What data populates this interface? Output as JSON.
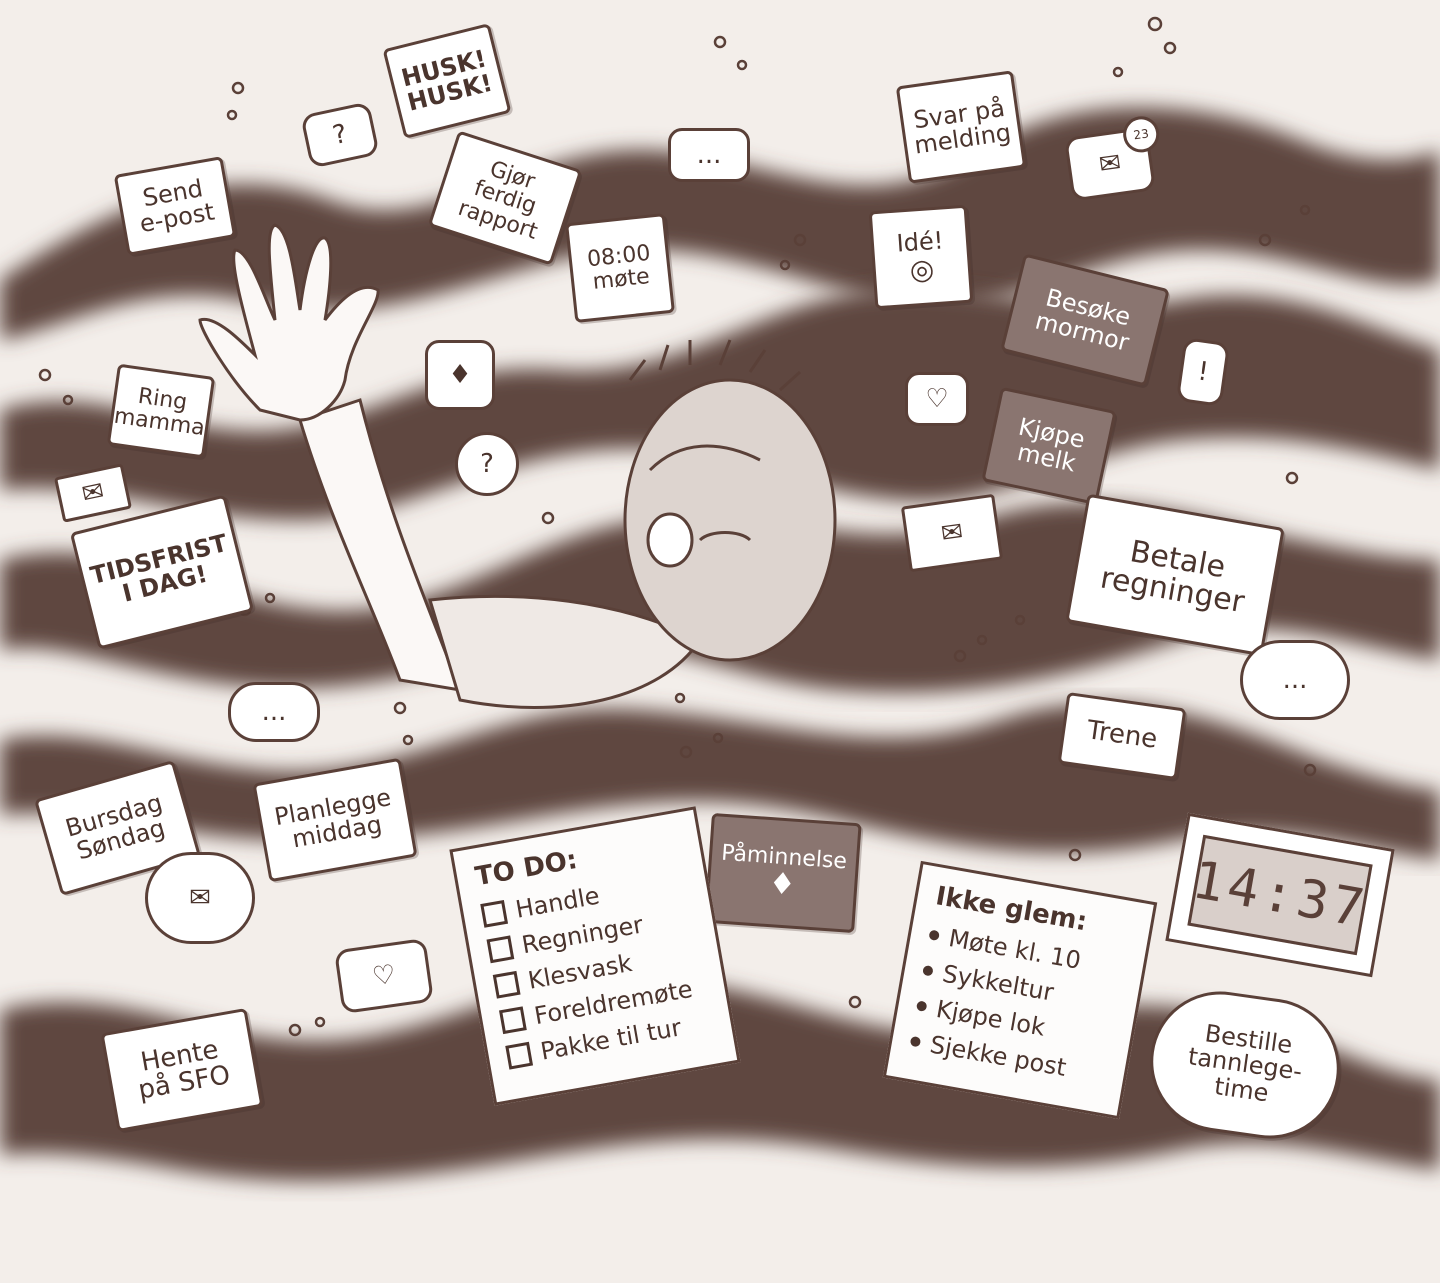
{
  "scene": {
    "notes": [
      {
        "name": "note-send-epost",
        "lines": [
          "Send",
          "e-post"
        ]
      },
      {
        "name": "note-husk-husk",
        "lines": [
          "HUSK!",
          "HUSK!"
        ]
      },
      {
        "name": "note-gjor-ferdig-rapport",
        "lines": [
          "Gjør",
          "ferdig",
          "rapport"
        ]
      },
      {
        "name": "note-0800-mote",
        "lines": [
          "08:00",
          "møte"
        ]
      },
      {
        "name": "note-svar-pa-melding",
        "lines": [
          "Svar på",
          "melding"
        ]
      },
      {
        "name": "note-ide",
        "lines": [
          "Idé!"
        ]
      },
      {
        "name": "note-besoke-mormor",
        "lines": [
          "Besøke",
          "mormor"
        ]
      },
      {
        "name": "note-ring-mamma",
        "lines": [
          "Ring",
          "mamma"
        ]
      },
      {
        "name": "note-kjope-melk",
        "lines": [
          "Kjøpe",
          "melk"
        ]
      },
      {
        "name": "note-tidsfrist-i-dag",
        "lines": [
          "TIDSFRIST",
          "I DAG!"
        ]
      },
      {
        "name": "note-betale-regninger",
        "lines": [
          "Betale",
          "regninger"
        ]
      },
      {
        "name": "note-trene",
        "lines": [
          "Trene"
        ]
      },
      {
        "name": "note-bursdag-sondag",
        "lines": [
          "Bursdag",
          "Søndag"
        ]
      },
      {
        "name": "note-planlegge-middag",
        "lines": [
          "Planlegge",
          "middag"
        ]
      },
      {
        "name": "note-paminnelse",
        "lines": [
          "Påminnelse"
        ]
      },
      {
        "name": "note-hente-pa-sfo",
        "lines": [
          "Hente",
          "på SFO"
        ]
      },
      {
        "name": "note-bestille-tannlegetime",
        "lines": [
          "Bestille",
          "tannlege-",
          "time"
        ]
      }
    ],
    "todo": {
      "title": "TO DO:",
      "items": [
        "Handle",
        "Regninger",
        "Klesvask",
        "Foreldremøte",
        "Pakke til tur"
      ]
    },
    "ikke_glem": {
      "title": "Ikke glem:",
      "items": [
        "Møte kl. 10",
        "Sykkeltur",
        "Kjøpe lok",
        "Sjekke post"
      ]
    },
    "clock": {
      "time": "14:37"
    },
    "badge_count": "23",
    "bubbles": {
      "question": "?",
      "dots": "...",
      "exclaim": "!"
    },
    "colors": {
      "wave_dark": "#5e4740",
      "ink": "#4a342d",
      "paper": "#ffffff",
      "background": "#f3eeea"
    }
  }
}
